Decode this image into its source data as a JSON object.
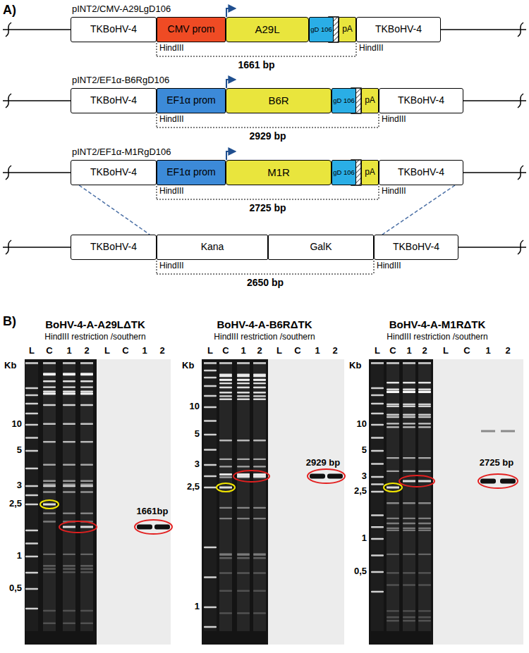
{
  "diagram": {
    "nodes": [
      {
        "text": [
          "TKBoHV-4"
        ]
      },
      {
        "text": [
          "CMV prom"
        ]
      },
      {
        "text": [
          "A29L"
        ]
      },
      {
        "text": [
          "gD 106"
        ]
      },
      {
        "text": [
          "pA"
        ]
      },
      {
        "text": [
          "TKBoHV-4"
        ]
      },
      {
        "text": [
          "TKBoHV-4"
        ]
      },
      {
        "text": [
          "EF1α prom"
        ]
      },
      {
        "text": [
          "B6R"
        ]
      },
      {
        "text": [
          "gD 106"
        ]
      },
      {
        "text": [
          "pA"
        ]
      },
      {
        "text": [
          "TKBoHV-4"
        ]
      },
      {
        "text": [
          "TKBoHV-4"
        ]
      },
      {
        "text": [
          "EF1α prom"
        ]
      },
      {
        "text": [
          "M1R"
        ]
      },
      {
        "text": [
          "gD 106"
        ]
      },
      {
        "text": [
          "pA"
        ]
      },
      {
        "text": [
          "TKBoHV-4"
        ]
      },
      {
        "text": [
          "TKBoHV-4"
        ]
      },
      {
        "text": [
          "Kana"
        ]
      },
      {
        "text": [
          "GalK"
        ]
      },
      {
        "text": [
          "TKBoHV-4"
        ]
      }
    ],
    "edges": [
      {
        "from": 12,
        "to": 18,
        "arrow": "none"
      },
      {
        "from": 17,
        "to": 21,
        "arrow": "none"
      }
    ],
    "labels": [
      "A)",
      "pINT2/CMV-A29LgD106",
      "HindIII",
      "HindIII",
      "1661 bp",
      "pINT2/EF1α-B6RgD106",
      "HindIII",
      "HindIII",
      "2929 bp",
      "pINT2/EF1α-M1RgD106",
      "HindIII",
      "HindIII",
      "2725 bp",
      "HindIII",
      "HindIII",
      "2650 bp",
      "B)",
      "BoHV-4-A-A29LΔTK",
      "HindIII restriction /southern",
      "L",
      "C",
      "1",
      "2",
      "L",
      "C",
      "1",
      "2",
      "Kb",
      "10",
      "5",
      "3",
      "2,5",
      "1",
      "0,5",
      "1661bp",
      "BoHV-4-A-B6RΔTK",
      "HindIII restriction /southern",
      "L",
      "C",
      "1",
      "2",
      "L",
      "C",
      "1",
      "2",
      "Kb",
      "10",
      "5",
      "3",
      "2,5",
      "1",
      "2929 bp",
      "BoHV-4-A-M1RΔTK",
      "HindIII restriction /southern",
      "L",
      "C",
      "1",
      "2",
      "L",
      "C",
      "1",
      "2",
      "Kb",
      "10",
      "5",
      "3",
      "2,5",
      "1",
      "0,5",
      "2725 bp"
    ]
  }
}
